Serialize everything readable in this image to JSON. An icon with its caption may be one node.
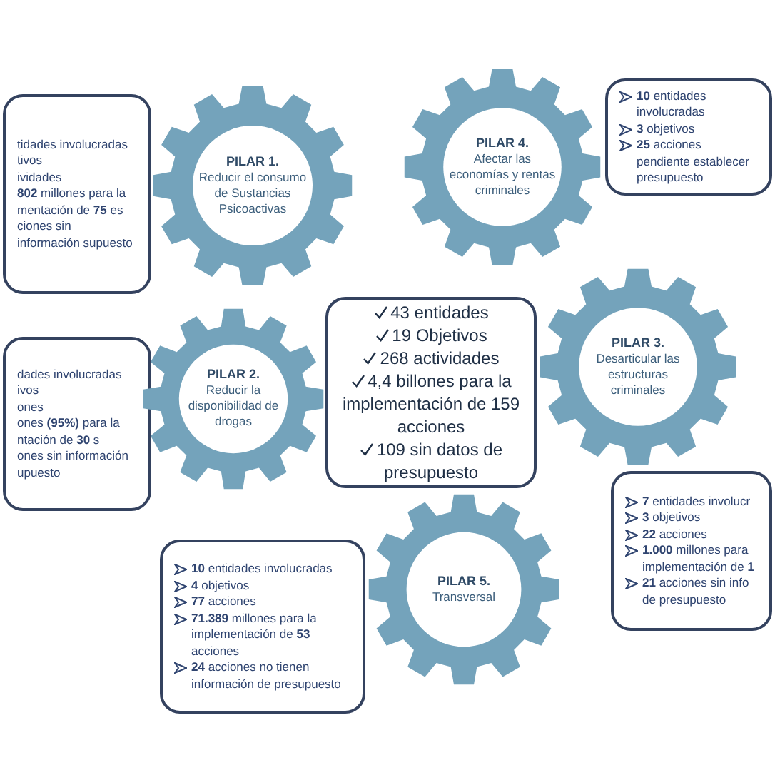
{
  "diagram": {
    "nodes": [
      {
        "text": [
          "tidades involucradas",
          "tivos",
          "ividades",
          "**802** millones para la mentación de **75** es",
          "ciones sin información supuesto"
        ]
      },
      {
        "text": [
          "PILAR 1.",
          "Reducir el consumo de Sustancias Psicoactivas"
        ]
      },
      {
        "text": [
          "PILAR 4.",
          "Afectar las economías y rentas criminales"
        ]
      },
      {
        "text": [
          "**10** entidades involucradas",
          "**3** objetivos",
          "**25** acciones pendiente establecer presupuesto"
        ]
      },
      {
        "text": [
          "dades involucradas",
          "ivos",
          "ones",
          "ones **(95%)** para la ntación de **30** s",
          "ones sin información upuesto"
        ]
      },
      {
        "text": [
          "PILAR 2.",
          "Reducir la disponibilidad de drogas"
        ]
      },
      {
        "text": [
          "43 entidades",
          "19 Objetivos",
          "268 actividades",
          "4,4 billones para la implementación de 159 acciones",
          "109 sin datos de presupuesto"
        ]
      },
      {
        "text": [
          "PILAR 3.",
          "Desarticular las estructuras criminales"
        ]
      },
      {
        "text": [
          "**7** entidades involucr",
          "**3** objetivos",
          "**22** acciones",
          "**1.000** millones para implementación de **1**",
          "**21** acciones sin info de presupuesto"
        ]
      },
      {
        "text": [
          "**10** entidades involucradas",
          "**4** objetivos",
          "**77** acciones",
          "**71.389** millones para la implementación de **53** acciones",
          "**24** acciones no tienen información de presupuesto"
        ]
      },
      {
        "text": [
          "PILAR 5.",
          "Transversal"
        ]
      }
    ]
  }
}
